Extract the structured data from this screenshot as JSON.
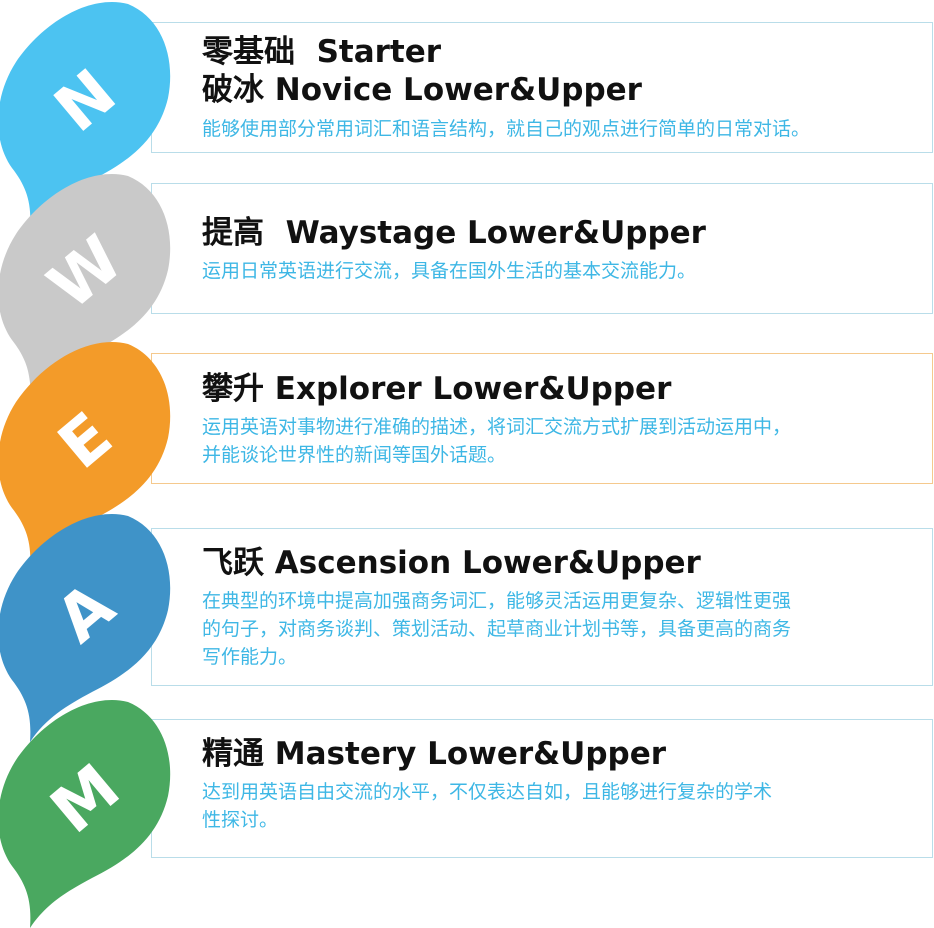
{
  "levels": [
    {
      "letter": "N",
      "color": "#4cc3f1",
      "title_lines": [
        "零基础  Starter",
        "破冰 Novice Lower&Upper"
      ],
      "desc_lines": [
        "能够使用部分常用词汇和语言结构，就自己的观点进行简单的日常对话。"
      ]
    },
    {
      "letter": "W",
      "color": "#c9c9c9",
      "title_lines": [
        "提高  Waystage Lower&Upper"
      ],
      "desc_lines": [
        "运用日常英语进行交流，具备在国外生活的基本交流能力。"
      ]
    },
    {
      "letter": "E",
      "color": "#f39b29",
      "title_lines": [
        "攀升 Explorer Lower&Upper"
      ],
      "desc_lines": [
        "运用英语对事物进行准确的描述，将词汇交流方式扩展到活动运用中，",
        "并能谈论世界性的新闻等国外话题。"
      ]
    },
    {
      "letter": "A",
      "color": "#3f93c8",
      "title_lines": [
        "飞跃 Ascension Lower&Upper"
      ],
      "desc_lines": [
        "在典型的环境中提高加强商务词汇，能够灵活运用更复杂、逻辑性更强",
        "的句子，对商务谈判、策划活动、起草商业计划书等，具备更高的商务",
        "写作能力。"
      ]
    },
    {
      "letter": "M",
      "color": "#4aa860",
      "title_lines": [
        "精通 Mastery Lower&Upper"
      ],
      "desc_lines": [
        "达到用英语自由交流的水平，不仅表达自如，且能够进行复杂的学术",
        "性探讨。"
      ]
    }
  ]
}
